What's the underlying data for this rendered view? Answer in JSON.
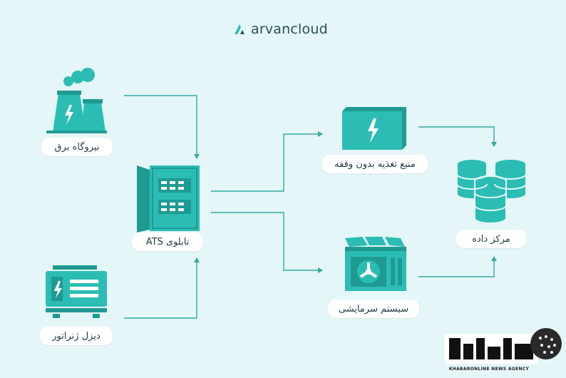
{
  "brand": {
    "name": "arvancloud"
  },
  "nodes": {
    "power_plant": {
      "label": "نیروگاه برق"
    },
    "diesel_generator": {
      "label": "دیزل ژنراتور"
    },
    "ats_panel": {
      "label": "تابلوی ATS"
    },
    "ups": {
      "label": "منبع تغذیه بدون وقفه"
    },
    "cooling": {
      "label": "سیستم سرمایشی"
    },
    "datacenter": {
      "label": "مرکز داده"
    }
  },
  "watermark": {
    "caption": "KHABARONLINE NEWS AGENCY"
  },
  "colors": {
    "accent": "#2bbdb4",
    "line": "#35a8a2",
    "background": "#e4f6f7",
    "text": "#1f3a42"
  },
  "icons": [
    "power-plant-icon",
    "generator-icon",
    "ats-cabinet-icon",
    "ups-battery-icon",
    "cooling-unit-icon",
    "database-servers-icon"
  ]
}
